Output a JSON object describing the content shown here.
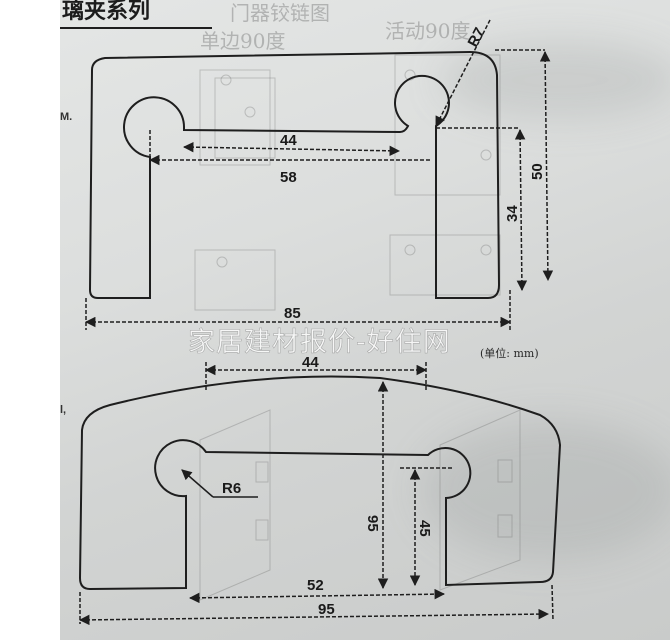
{
  "header": {
    "title_fragment": "璃夹系列",
    "faint_text_1": "门器铰链图",
    "faint_text_2": "活动90度",
    "faint_text_3": "单边90度",
    "margin_mark_top": "M.",
    "margin_mark_bottom": "l,"
  },
  "watermark": {
    "text": "家居建材报价-好住网"
  },
  "unit_note": "(单位: mm)",
  "top_drawing": {
    "name": "top-hinge-cutout",
    "dimensions": {
      "inner_slot_width": "44",
      "slot_center_span": "58",
      "overall_width": "85",
      "overall_height": "50",
      "leg_height": "34",
      "corner_radius": "R7"
    }
  },
  "bottom_drawing": {
    "name": "bottom-hinge-cutout",
    "dimensions": {
      "top_slot_width": "44",
      "overall_height": "95",
      "inner_height": "45",
      "inner_gap_width": "52",
      "overall_width": "95",
      "circle_radius": "R6"
    }
  }
}
